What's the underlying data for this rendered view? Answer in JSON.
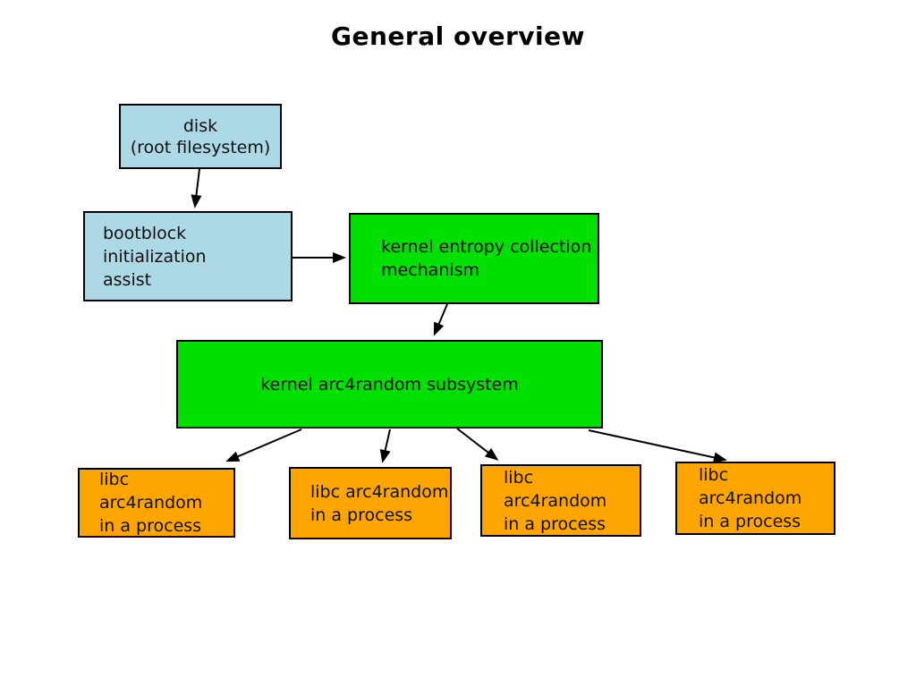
{
  "title": "General overview",
  "colors": {
    "box_light_blue": "#add8e6",
    "box_green": "#00df00",
    "box_orange": "#ffa500",
    "border_black": "#000000",
    "arrow_black": "#000000"
  },
  "nodes": {
    "disk": {
      "label": "disk\n(root filesystem)",
      "color": "#add8e6"
    },
    "bootblock": {
      "label": "bootblock initialization\nassist",
      "color": "#add8e6"
    },
    "kernel_entropy": {
      "label": "kernel entropy collection\nmechanism",
      "color": "#00df00"
    },
    "kernel_arc4random": {
      "label": "kernel arc4random subsystem",
      "color": "#00df00"
    },
    "libc_processes": [
      {
        "label": "libc arc4random\nin a process",
        "color": "#ffa500"
      },
      {
        "label": "libc arc4random\nin a process",
        "color": "#ffa500"
      },
      {
        "label": "libc arc4random\nin a process",
        "color": "#ffa500"
      },
      {
        "label": "libc arc4random\nin a process",
        "color": "#ffa500"
      }
    ]
  },
  "edges": [
    {
      "from": "disk",
      "to": "bootblock"
    },
    {
      "from": "bootblock",
      "to": "kernel_entropy"
    },
    {
      "from": "kernel_entropy",
      "to": "kernel_arc4random"
    },
    {
      "from": "kernel_arc4random",
      "to": "libc_process_1"
    },
    {
      "from": "kernel_arc4random",
      "to": "libc_process_2"
    },
    {
      "from": "kernel_arc4random",
      "to": "libc_process_3"
    },
    {
      "from": "kernel_arc4random",
      "to": "libc_process_4"
    }
  ]
}
